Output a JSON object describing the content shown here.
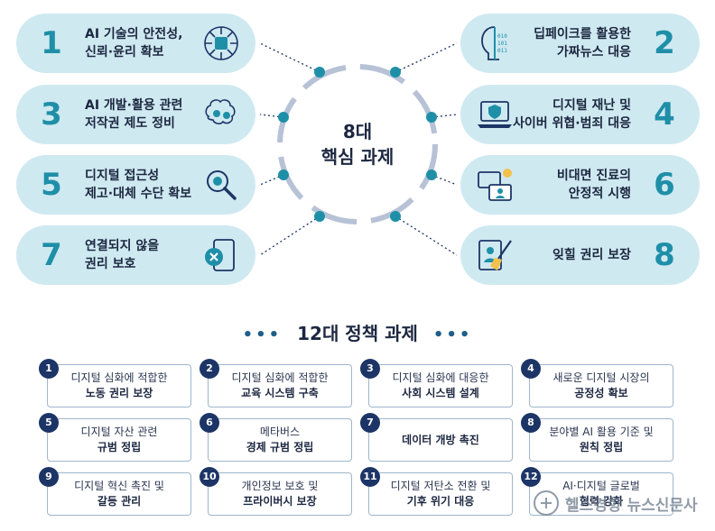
{
  "core": {
    "title_line1": "8대",
    "title_line2": "핵심 과제",
    "tasks": [
      {
        "num": "1",
        "text": "AI 기술의 안전성,\n신뢰·윤리 확보",
        "icon": "ai-brain-chip-icon"
      },
      {
        "num": "2",
        "text": "딥페이크를 활용한\n가짜뉴스 대응",
        "icon": "deepfake-face-icon"
      },
      {
        "num": "3",
        "text": "AI 개발·활용 관련\n저작권 제도 정비",
        "icon": "brain-gears-icon"
      },
      {
        "num": "4",
        "text": "디지털 재난 및\n사이버 위협·범죄 대응",
        "icon": "laptop-security-icon"
      },
      {
        "num": "5",
        "text": "디지털 접근성\n제고·대체 수단 확보",
        "icon": "magnifier-gear-icon"
      },
      {
        "num": "6",
        "text": "비대면 진료의\n안정적 시행",
        "icon": "telemedicine-icon"
      },
      {
        "num": "7",
        "text": "연결되지 않을\n권리 보호",
        "icon": "phone-disconnect-icon"
      },
      {
        "num": "8",
        "text": "잊힐 권리 보장",
        "icon": "erase-document-icon"
      }
    ]
  },
  "policy": {
    "title": "12대 정책 과제",
    "dots": "•••",
    "items": [
      {
        "num": "1",
        "l1": "디지털 심화에 적합한",
        "l2": "노동 권리 보장"
      },
      {
        "num": "2",
        "l1": "디지털 심화에 적합한",
        "l2": "교육 시스템 구축"
      },
      {
        "num": "3",
        "l1": "디지털 심화에 대응한",
        "l2": "사회 시스템 설계"
      },
      {
        "num": "4",
        "l1": "새로운 디지털 시장의",
        "l2": "공정성 확보"
      },
      {
        "num": "5",
        "l1": "디지털 자산 관련",
        "l2": "규범 정립"
      },
      {
        "num": "6",
        "l1": "메타버스",
        "l2": "경제 규범 정립"
      },
      {
        "num": "7",
        "l1": "",
        "l2": "데이터 개방 촉진"
      },
      {
        "num": "8",
        "l1": "분야별 AI 활용 기준 및",
        "l2": "원칙 정립"
      },
      {
        "num": "9",
        "l1": "디지털 혁신 촉진 및",
        "l2": "갈등 관리"
      },
      {
        "num": "10",
        "l1": "개인정보 보호 및",
        "l2": "프라이버시 보장"
      },
      {
        "num": "11",
        "l1": "디지털 저탄소 전환 및",
        "l2": "기후 위기 대응"
      },
      {
        "num": "12",
        "l1": "AI·디지털 글로벌",
        "l2": "협력 강화"
      }
    ]
  },
  "watermark": {
    "text": "헬스경향 뉴스신문사"
  },
  "colors": {
    "pill_bg": "#cfe9f1",
    "number": "#1f8fa8",
    "accent": "#1f8fa8",
    "ring": "#b7c2d6",
    "navy": "#1c3566"
  }
}
